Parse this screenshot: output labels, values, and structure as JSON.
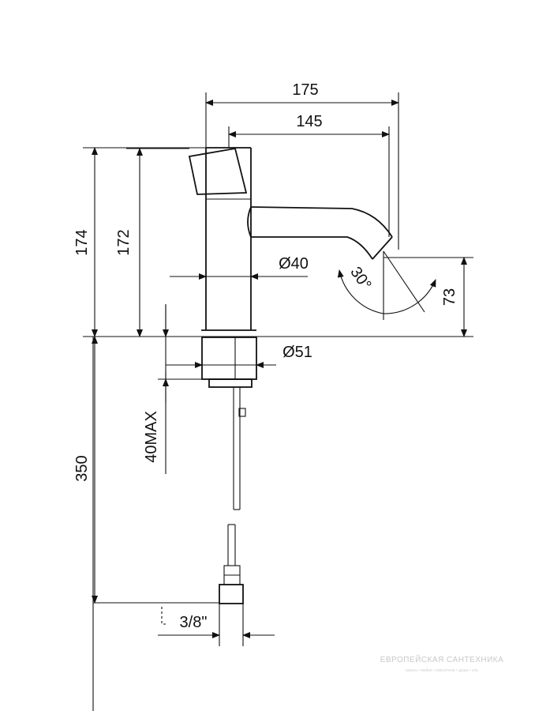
{
  "dimensions": {
    "overall_length": "175",
    "spout_reach": "145",
    "total_height": "174",
    "body_height": "172",
    "body_diameter": "Ø40",
    "base_diameter": "Ø51",
    "spout_angle": "30°",
    "spout_outlet_height": "73",
    "max_deck_thickness": "40MAX",
    "hose_length": "350",
    "connection_thread": "3/8\""
  },
  "watermark": {
    "brand": "ЕВРОПЕЙСКАЯ САНТЕХНИКА",
    "tagline": "ванны • мойки • смесители • души • спа"
  }
}
